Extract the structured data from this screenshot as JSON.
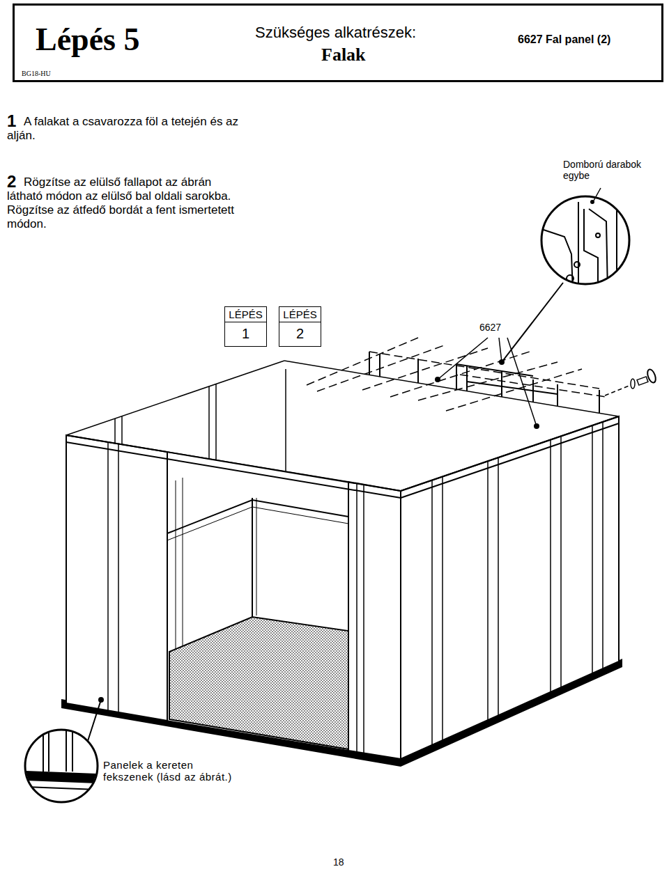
{
  "diagram": {
    "nodes": [
      {
        "text": [
          "Lépés 5",
          "Szükséges alkatrészek:",
          "Falak",
          "6627 Fal panel (2)",
          "BG18-HU"
        ]
      },
      {
        "text": [
          "LÉPÉS",
          "1"
        ]
      },
      {
        "text": [
          "LÉPÉS",
          "2"
        ]
      }
    ],
    "labels": [
      "1",
      "A falakat a csavarozza föl a tetején és az alján.",
      "2",
      "Rögzítse az elülső fallapot az ábrán látható módon az elülső bal oldali sarokba. Rögzítse az átfedő bordát a fent ismertetett módon.",
      "Domború darabok egybe",
      "6627",
      "Panelek a kereten fekszenek (lásd az ábrát.)",
      "18"
    ]
  }
}
